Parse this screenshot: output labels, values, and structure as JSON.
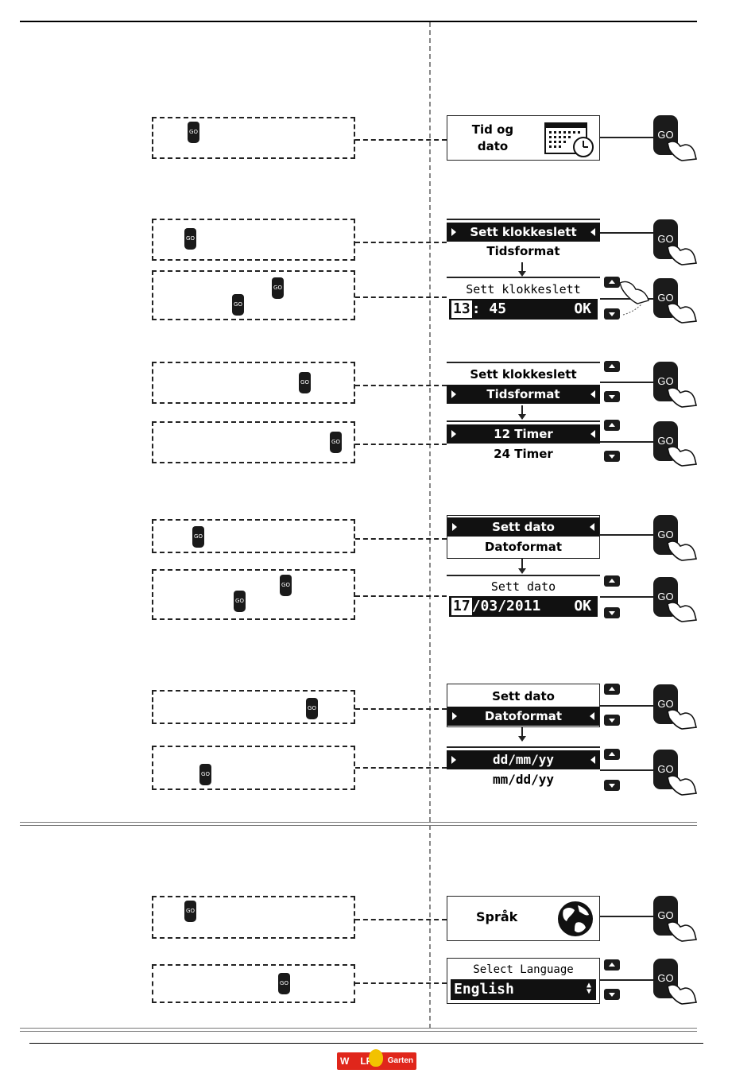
{
  "go_label": "GO",
  "screens": {
    "tid_og_dato": {
      "line1": "Tid og",
      "line2": "dato"
    },
    "menu_klokkeslett": {
      "selected": "Sett klokkeslett",
      "other": "Tidsformat"
    },
    "edit_klokkeslett": {
      "title": "Sett klokkeslett",
      "cursor": "13",
      "rest": ": 45",
      "ok": "OK"
    },
    "menu_tidsformat": {
      "other": "Sett klokkeslett",
      "selected": "Tidsformat"
    },
    "tidsformat_options": {
      "selected": "12 Timer",
      "other": "24 Timer"
    },
    "menu_dato": {
      "selected": "Sett dato",
      "other": "Datoformat"
    },
    "edit_dato": {
      "title": "Sett dato",
      "cursor": "17",
      "rest": "/03/2011",
      "ok": "OK"
    },
    "menu_datoformat": {
      "other": "Sett dato",
      "selected": "Datoformat"
    },
    "datoformat_options": {
      "selected": "dd/mm/yy",
      "other": "mm/dd/yy"
    },
    "sprak": {
      "label": "Språk"
    },
    "select_language": {
      "title": "Select Language",
      "value": "English"
    }
  },
  "logo": {
    "left": "W",
    "middle": "LF",
    "right": "Garten"
  }
}
